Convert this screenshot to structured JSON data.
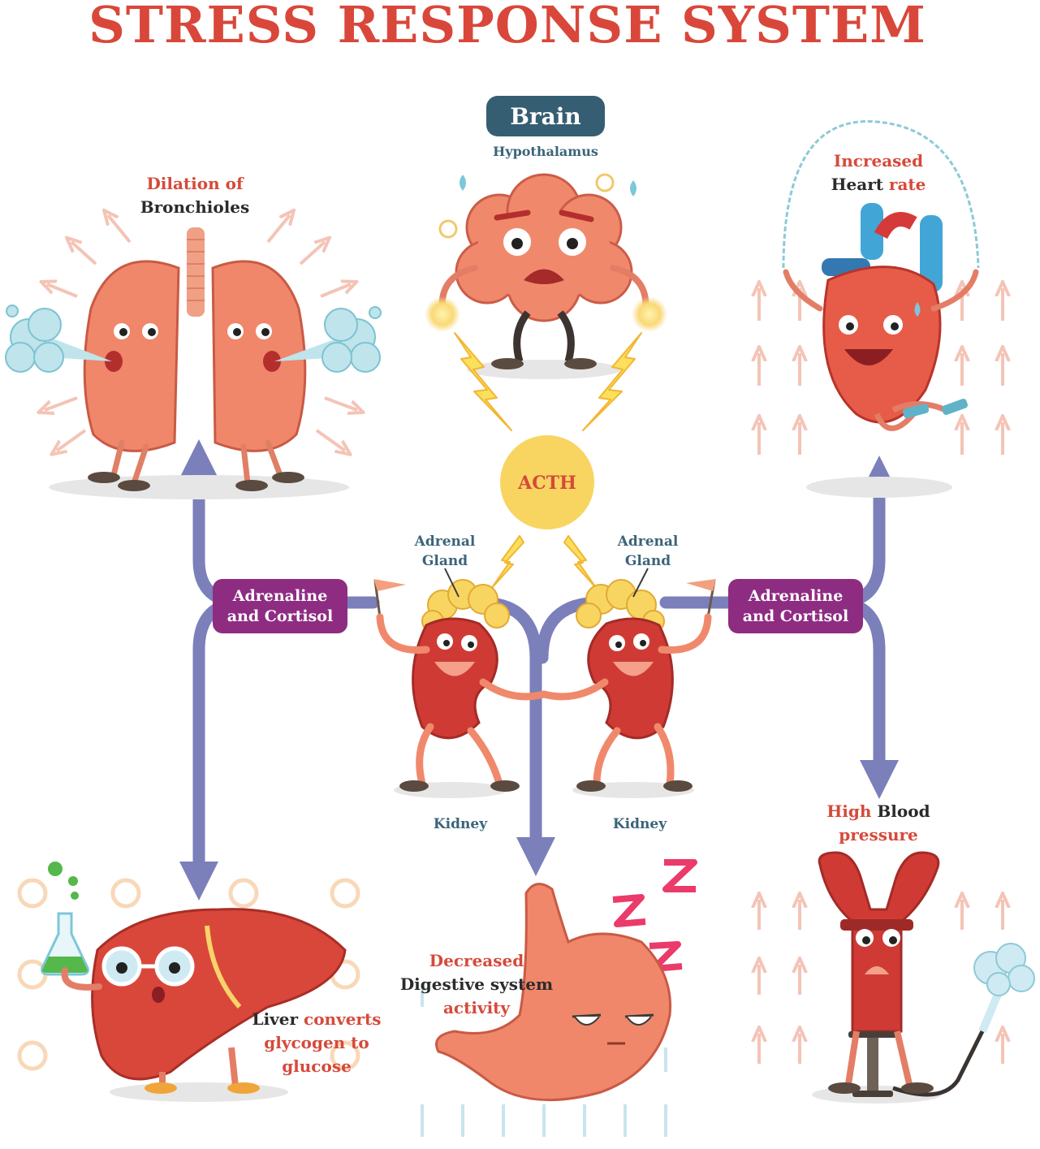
{
  "title": "STRESS RESPONSE SYSTEM",
  "colors": {
    "title": "#d9473a",
    "flow": "#7b7fba",
    "hormone_box": "#8e2c82",
    "brain_box": "#355e73",
    "acth": "#f8d561",
    "organ": "#f0876a",
    "organ_dark": "#c93a33",
    "kidney": "#cf3b34",
    "label_red": "#d54a3b",
    "label_dark": "#2b2b2b",
    "label_teal": "#3b6479"
  },
  "brain": {
    "box_label": "Brain",
    "sub_label": "Hypothalamus",
    "acth_label": "ACTH"
  },
  "glands": {
    "left_label_1": "Adrenal",
    "left_label_2": "Gland",
    "right_label_1": "Adrenal",
    "right_label_2": "Gland",
    "kidney_left": "Kidney",
    "kidney_right": "Kidney"
  },
  "hormones": {
    "left_line1": "Adrenaline",
    "left_line2": "and Cortisol",
    "right_line1": "Adrenaline",
    "right_line2": "and Cortisol"
  },
  "effects": {
    "lungs": {
      "line1": "Dilation of",
      "line2": "Bronchioles"
    },
    "heart": {
      "line1": "Increased",
      "line2a": "Heart",
      "line2b": " rate"
    },
    "liver": {
      "line1a": "Liver",
      "line1b": " converts",
      "line2": "glycogen to",
      "line3": "glucose"
    },
    "digestion": {
      "line1": "Decreased",
      "line2": "Digestive system",
      "line3": "activity"
    },
    "blood": {
      "line1a": "High",
      "line1b": " Blood",
      "line2": "pressure"
    }
  },
  "icons": [
    "lungs-icon",
    "brain-icon",
    "heart-icon",
    "kidney-icon",
    "liver-icon",
    "stomach-icon",
    "blood-vessel-icon",
    "lightning-icon",
    "flask-icon",
    "pump-icon"
  ]
}
